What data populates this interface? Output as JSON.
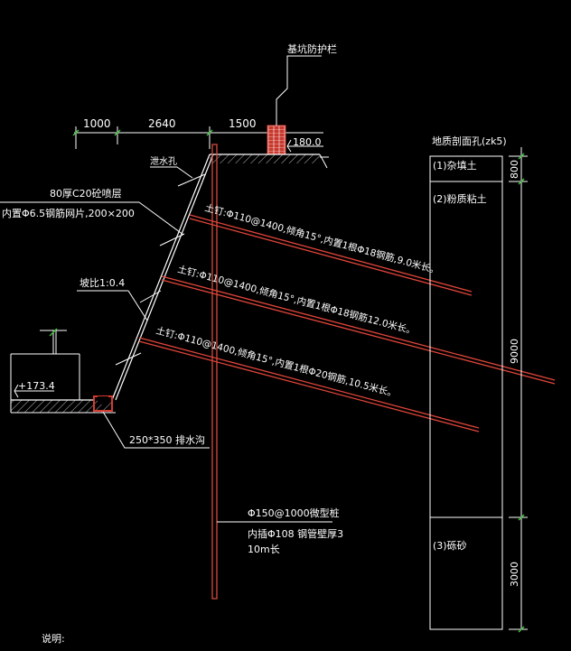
{
  "colors": {
    "background": "#000000",
    "line": "#ffffff",
    "anchor": "#e0453a",
    "dim": "#ffffff",
    "green": "#3fbf3f",
    "brick": "#d83a2f",
    "pile": "#d44a3a"
  },
  "labels": {
    "guard_rail": "基坑防护栏",
    "elev_top": "180.0",
    "weep_hole": "泄水孔",
    "shotcrete_line1": "80厚C20砼喷层",
    "shotcrete_line2": "内置Φ6.5钢筋网片,200×200",
    "slope_ratio": "坡比1:0.4",
    "elev_bottom": "+173.4",
    "drain": "250*350 排水沟",
    "micropile_line1": "Φ150@1000微型桩",
    "micropile_line2": "内插Φ108 钢管壁厚3",
    "micropile_line3": "10m长",
    "notes": "说明:"
  },
  "dimensions_top": [
    "1000",
    "2640",
    "1500"
  ],
  "anchors": [
    {
      "text": "土钉:Φ110@1400,倾角15°,内置1根Φ18钢筋,9.0米长。"
    },
    {
      "text": "土钉:Φ110@1400,倾角15°,内置1根Φ18钢筋12.0米长。"
    },
    {
      "text": "土钉:Φ110@1400,倾角15°,内置1根Φ20钢筋,10.5米长。"
    }
  ],
  "borehole": {
    "title": "地质剖面孔(zk5)",
    "layers": [
      {
        "name": "(1)杂填土",
        "thickness": "800"
      },
      {
        "name": "(2)粉质粘土",
        "thickness": "9000"
      },
      {
        "name": "(3)砾砂",
        "thickness": "3000"
      }
    ]
  }
}
